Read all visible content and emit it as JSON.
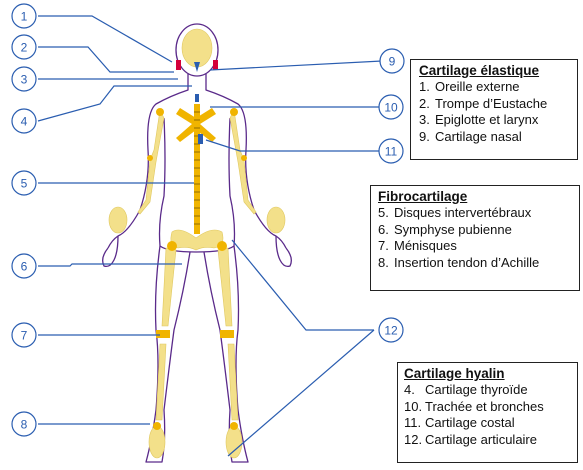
{
  "callouts": [
    "1",
    "2",
    "3",
    "4",
    "5",
    "6",
    "7",
    "8",
    "9",
    "10",
    "11",
    "12"
  ],
  "legends": {
    "elastic": {
      "title": "Cartilage élastique",
      "items": [
        {
          "num": "1.",
          "label": "Oreille externe"
        },
        {
          "num": "2.",
          "label": "Trompe d’Eustache"
        },
        {
          "num": "3.",
          "label": "Epiglotte et larynx"
        },
        {
          "num": "9.",
          "label": "Cartilage nasal"
        }
      ]
    },
    "fibro": {
      "title": "Fibrocartilage",
      "items": [
        {
          "num": "5.",
          "label": "Disques intervertébraux"
        },
        {
          "num": "6.",
          "label": "Symphyse pubienne"
        },
        {
          "num": "7.",
          "label": "Ménisques"
        },
        {
          "num": "8.",
          "label": "Insertion tendon d’Achille"
        }
      ]
    },
    "hyalin": {
      "title": "Cartilage hyalin",
      "items": [
        {
          "num": "4.",
          "label": "Cartilage thyroïde"
        },
        {
          "num": "10.",
          "label": "Trachée et bronches"
        },
        {
          "num": "11.",
          "label": "Cartilage costal"
        },
        {
          "num": "12.",
          "label": "Cartilage articulaire"
        }
      ]
    }
  },
  "colors": {
    "outline": "#5a2a8a",
    "skeleton": "#f3e08a",
    "cartilage": "#f0b400",
    "callout_line": "#2a5db0",
    "accent": "#d4003a"
  }
}
